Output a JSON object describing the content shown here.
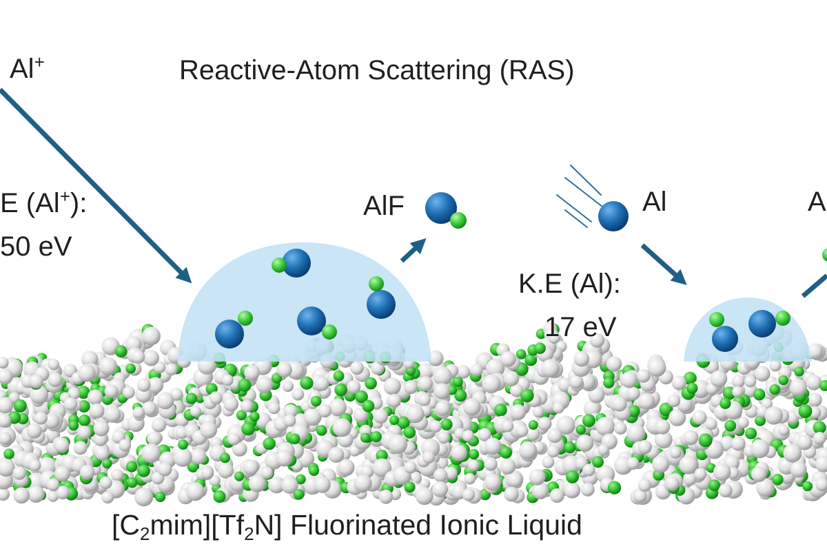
{
  "title": "Reactive-Atom Scattering (RAS)",
  "incident_ion": {
    "symbol": "Al",
    "charge": "+"
  },
  "ke_ion": {
    "line1_prefix": "E (Al",
    "line1_charge": "+",
    "line1_suffix": "):",
    "line2": "50 eV"
  },
  "product_left": "AlF",
  "neutral_atom": "Al",
  "ke_neutral": {
    "line1": "K.E (Al):",
    "line2": "17 eV"
  },
  "product_right": "A",
  "substrate": {
    "part1": "[C",
    "sub1": "2",
    "part2": "mim][Tf",
    "sub2": "2",
    "part3": "N] Fluorinated Ionic Liquid"
  },
  "colors": {
    "arrow": "#1f5f86",
    "al_atom": "#1e6fb4",
    "f_atom": "#3fcf3f",
    "dome": "#bfe1f4",
    "surface_white": "#d9d9d9",
    "surface_green": "#2fbf2f"
  }
}
